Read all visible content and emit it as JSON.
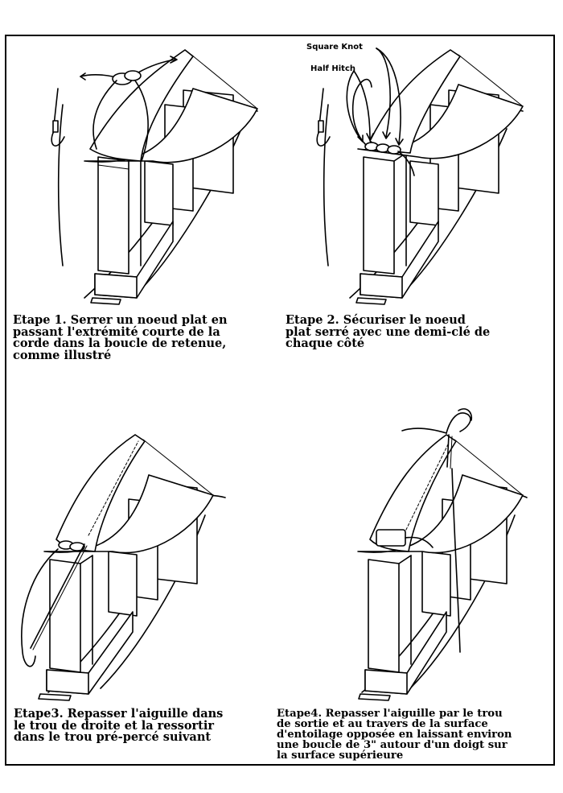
{
  "steps": [
    {
      "caption": "Etape 1. Serrer un noeud plat en\npassant l'extrémité courte de la\ncorde dans la boucle de retenue,\ncomme illustré",
      "illustration_icon": "square-knot-tying-icon"
    },
    {
      "caption": "Etape 2. Sécuriser le noeud\nplat serré avec une demi-clé de\nchaque côté",
      "illustration_icon": "half-hitch-secured-knot-icon",
      "callouts": {
        "square_knot": "Square Knot",
        "half_hitch": "Half Hitch"
      }
    },
    {
      "caption": "Etape3. Repasser l'aiguille dans\nle trou de droite et la ressortir\ndans le trou pré-percé suivant",
      "illustration_icon": "needle-rethread-icon"
    },
    {
      "caption": "Etape4. Repasser l'aiguille par le trou\nde sortie et au travers de la surface\nd'entoilage opposée en laissant environ\nune boucle de 3\" autour d'un doigt sur\nla surface supérieure",
      "illustration_icon": "needle-loop-finger-icon"
    }
  ]
}
